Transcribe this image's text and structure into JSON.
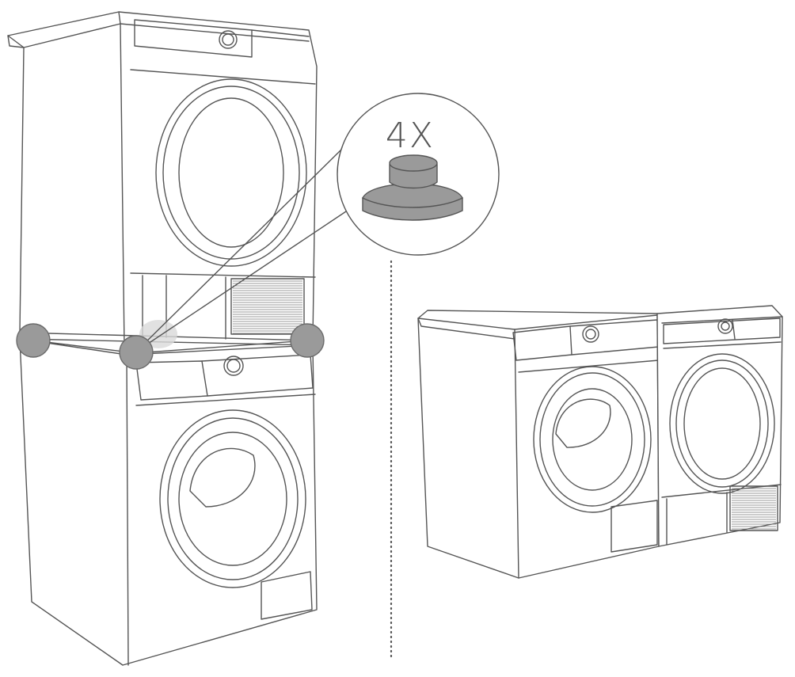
{
  "callout": {
    "quantity_label": "4X",
    "part_icon": "rubber-foot-icon"
  },
  "colors": {
    "line": "#555555",
    "marker_fill": "#9a9a9a",
    "marker_stroke": "#6b6b6b",
    "foot_fill": "#9a9a9a",
    "highlight": "#d9d9d9"
  },
  "configurations": [
    {
      "name": "stacked",
      "icon": "stacked-washer-dryer-icon"
    },
    {
      "name": "side-by-side",
      "icon": "side-by-side-washer-dryer-icon"
    }
  ]
}
